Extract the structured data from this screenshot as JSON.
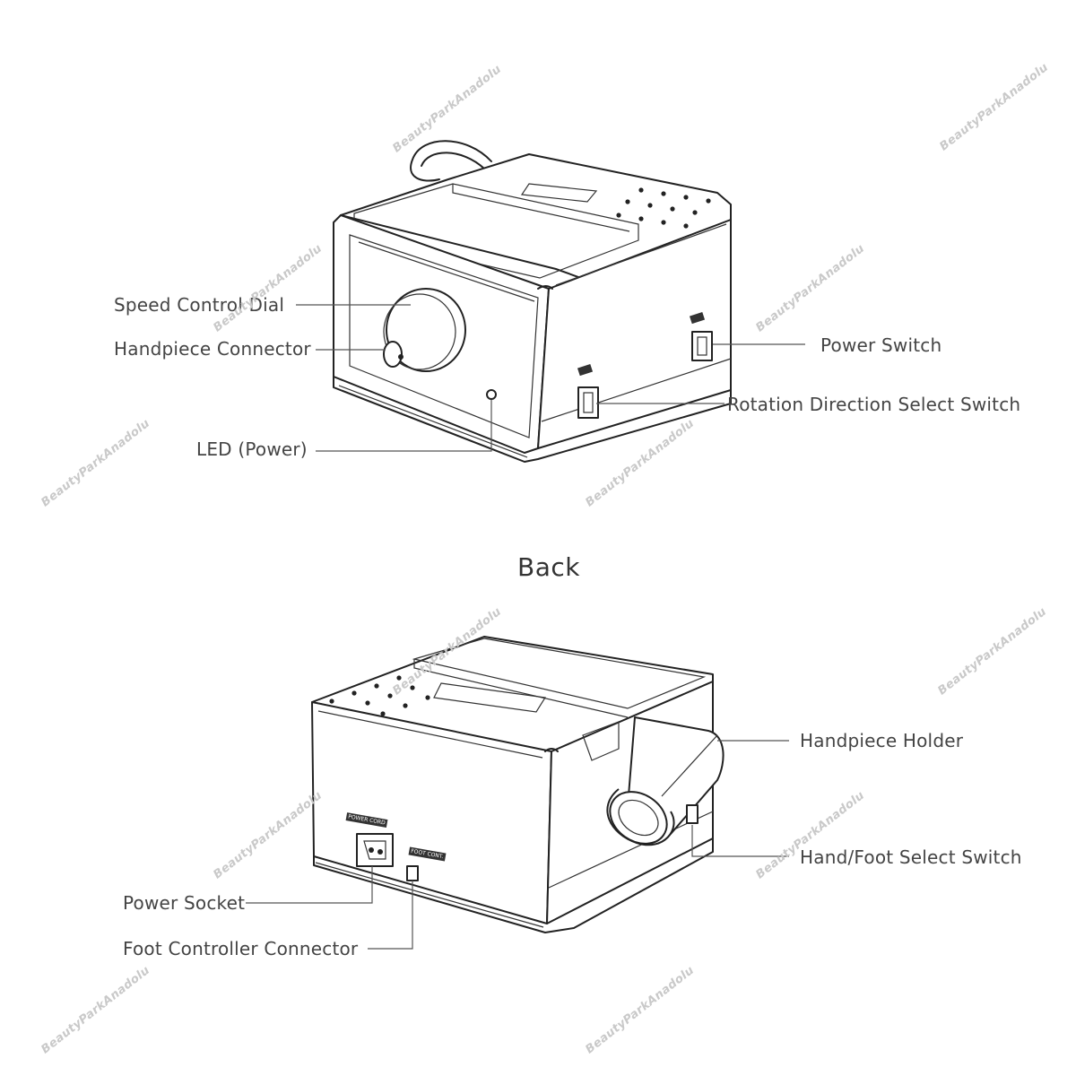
{
  "front": {
    "labels": {
      "speed_dial": "Speed Control Dial",
      "handpiece_connector": "Handpiece Connector",
      "led": "LED (Power)",
      "power_switch": "Power Switch",
      "rotation_switch": "Rotation Direction Select Switch"
    }
  },
  "back": {
    "title": "Back",
    "labels": {
      "handpiece_holder": "Handpiece Holder",
      "hand_foot_switch": "Hand/Foot Select Switch",
      "power_socket": "Power Socket",
      "foot_connector": "Foot Controller Connector"
    },
    "panel_tags": {
      "power_cord": "POWER CORD",
      "foot_cont": "FOOT CONT."
    }
  },
  "watermark": "BeautyParkAnadolu"
}
